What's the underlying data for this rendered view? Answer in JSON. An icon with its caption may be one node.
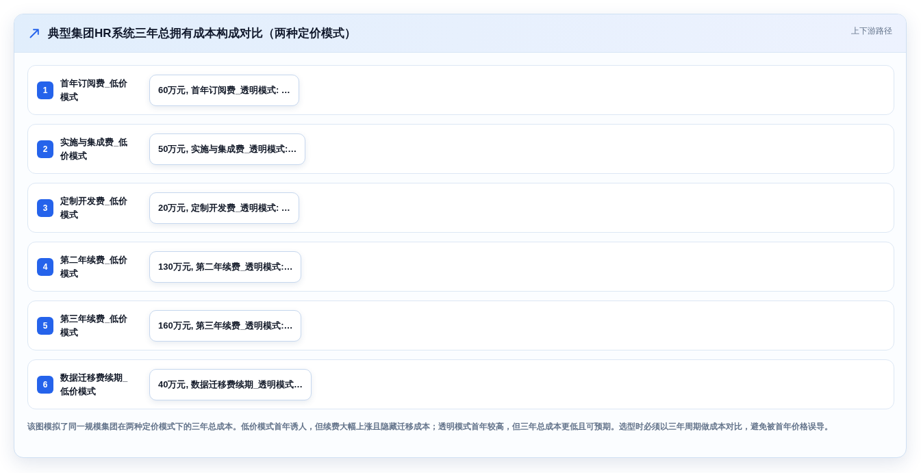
{
  "diagram": {
    "title": "典型集团HR系统三年总拥有成本构成对比（两种定价模式）",
    "nodes": [
      {
        "text": [
          "首年订阅费_低价模式"
        ]
      },
      {
        "text": [
          "1"
        ],
        "in": 0
      },
      {
        "text": [
          "60万元, 首年订阅费_透明模式: …"
        ],
        "in": 0
      },
      {
        "text": [
          "实施与集成费_低价模式"
        ]
      },
      {
        "text": [
          "2"
        ],
        "in": 3
      },
      {
        "text": [
          "50万元, 实施与集成费_透明模式:…"
        ],
        "in": 3
      },
      {
        "text": [
          "定制开发费_低价模式"
        ]
      },
      {
        "text": [
          "3"
        ],
        "in": 6
      },
      {
        "text": [
          "20万元, 定制开发费_透明模式: …"
        ],
        "in": 6
      },
      {
        "text": [
          "第二年续费_低价模式"
        ]
      },
      {
        "text": [
          "4"
        ],
        "in": 9
      },
      {
        "text": [
          "130万元, 第二年续费_透明模式:…"
        ],
        "in": 9
      },
      {
        "text": [
          "第三年续费_低价模式"
        ]
      },
      {
        "text": [
          "5"
        ],
        "in": 12
      },
      {
        "text": [
          "160万元, 第三年续费_透明模式:…"
        ],
        "in": 12
      },
      {
        "text": [
          "数据迁移费续期_低价模式"
        ]
      },
      {
        "text": [
          "6"
        ],
        "in": 15
      },
      {
        "text": [
          "40万元, 数据迁移费续期_透明模式…"
        ],
        "in": 15
      }
    ],
    "labels": [
      "上下游路径"
    ],
    "caption": "该图模拟了同一规模集团在两种定价模式下的三年总成本。低价模式首年诱人，但续费大幅上涨且隐藏迁移成本；透明模式首年较高，但三年总成本更低且可预期。选型时必须以三年周期做成本对比，避免被首年价格误导。"
  }
}
